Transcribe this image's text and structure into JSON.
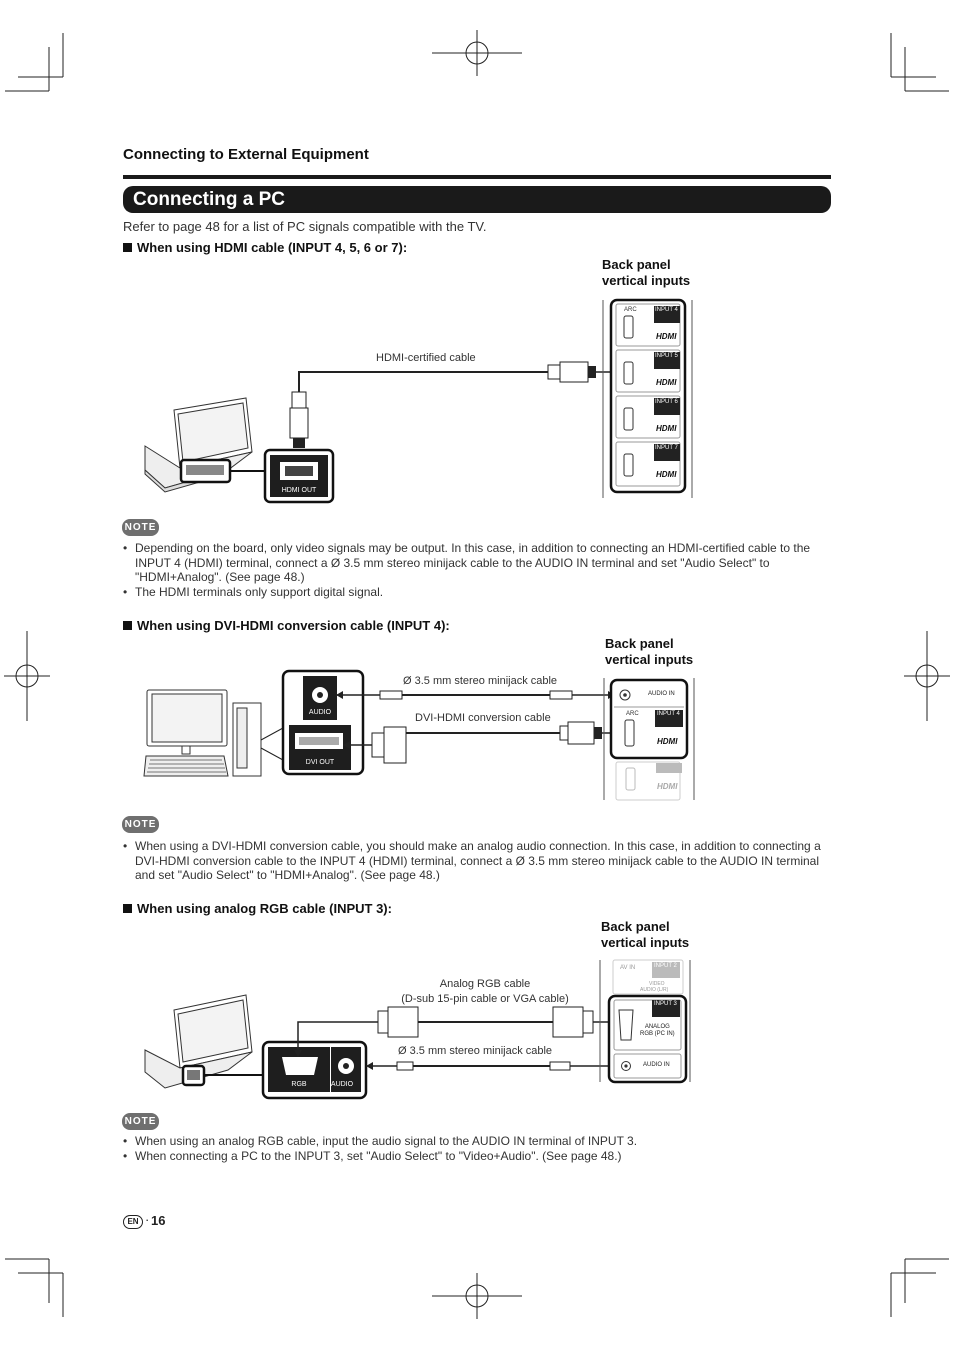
{
  "section": {
    "title": "Connecting to External Equipment"
  },
  "page_title": "Connecting a PC",
  "intro": "Refer to page 48 for a list of PC signals compatible with the TV.",
  "hdmi_section": {
    "heading": "When using HDMI cable (INPUT 4, 5, 6 or 7):",
    "panel_label_1": "Back panel",
    "panel_label_2": "vertical inputs",
    "cable_label": "HDMI-certified cable",
    "port_label": "HDMI OUT",
    "arc_label": "ARC",
    "inputs": [
      "INPUT 4",
      "INPUT 5",
      "INPUT 6",
      "INPUT 7"
    ],
    "hdmi_logo": "HDMI",
    "note_badge": "NOTE",
    "notes": [
      "Depending on the board, only video signals may be output. In this case, in addition to connecting an HDMI-certified cable to the INPUT 4 (HDMI) terminal, connect a Ø 3.5 mm stereo minijack cable to the AUDIO IN terminal and set \"Audio Select\" to \"HDMI+Analog\". (See page 48.)",
      "The HDMI terminals only support digital signal."
    ]
  },
  "dvi_section": {
    "heading": "When using DVI-HDMI conversion cable (INPUT 4):",
    "panel_label_1": "Back panel",
    "panel_label_2": "vertical inputs",
    "audio_cable_label": "Ø 3.5 mm stereo minijack cable",
    "dvi_cable_label": "DVI-HDMI conversion cable",
    "audio_port_label": "AUDIO",
    "dvi_port_label": "DVI OUT",
    "audio_in_label": "AUDIO IN",
    "arc_label": "ARC",
    "input_label": "INPUT 4",
    "hdmi_logo": "HDMI",
    "note_badge": "NOTE",
    "notes": [
      "When using a DVI-HDMI conversion cable, you should make an analog audio connection. In this case, in addition to connecting a DVI-HDMI conversion cable to the INPUT 4 (HDMI) terminal, connect a Ø 3.5 mm stereo minijack cable to the AUDIO IN terminal and set \"Audio Select\" to \"HDMI+Analog\". (See page 48.)"
    ]
  },
  "rgb_section": {
    "heading": "When using analog RGB cable (INPUT 3):",
    "panel_label_1": "Back panel",
    "panel_label_2": "vertical inputs",
    "rgb_cable_label_1": "Analog RGB cable",
    "rgb_cable_label_2": "(D-sub 15-pin cable or VGA cable)",
    "audio_cable_label": "Ø 3.5 mm stereo minijack cable",
    "rgb_port_label": "RGB",
    "audio_port_label": "AUDIO",
    "av_in_label": "AV IN",
    "input2_label": "INPUT 2",
    "video_label": "VIDEO",
    "audio_lr_label": "AUDIO (L/R)",
    "input3_label": "INPUT 3",
    "analog_label_1": "ANALOG",
    "analog_label_2": "RGB (PC IN)",
    "audio_in_label": "AUDIO IN",
    "note_badge": "NOTE",
    "notes": [
      "When using an analog RGB cable, input the audio signal to the AUDIO IN terminal of INPUT 3.",
      "When connecting a PC to the INPUT 3, set \"Audio Select\" to \"Video+Audio\". (See page 48.)"
    ]
  },
  "footer": {
    "lang_badge": "EN",
    "page_number": "16"
  }
}
